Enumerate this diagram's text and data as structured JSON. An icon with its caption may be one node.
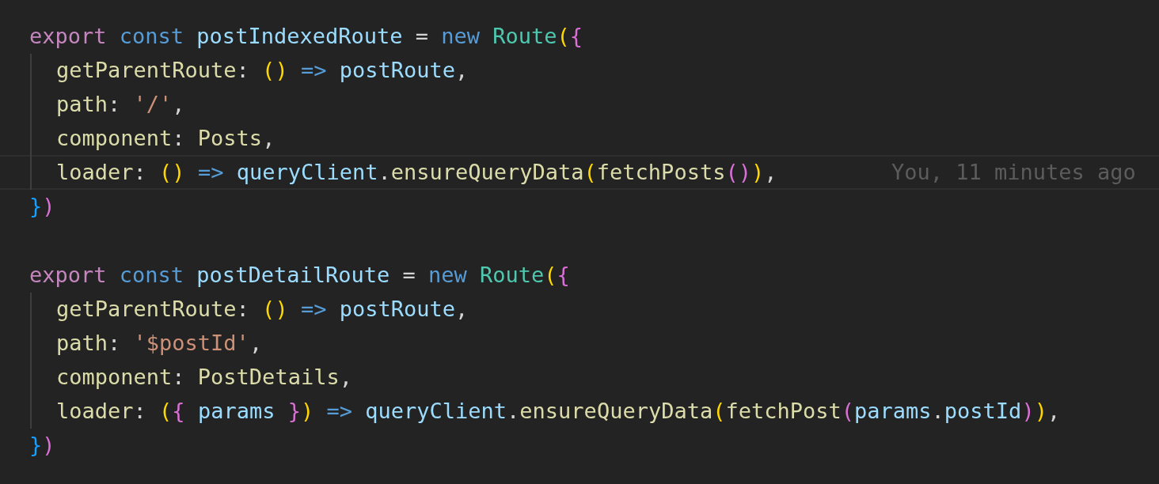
{
  "diagram": {
    "labels": [
      "export const postIndexedRoute = new Route({",
      "getParentRoute: () => postRoute,",
      "path: '/',",
      "component: Posts,",
      "loader: () => queryClient.ensureQueryData(fetchPosts()),",
      "You, 11 minutes ago",
      "})",
      "export const postDetailRoute = new Route({",
      "getParentRoute: () => postRoute,",
      "path: '$postId',",
      "component: PostDetails,",
      "loader: ({ params }) => queryClient.ensureQueryData(fetchPost(params.postId)),",
      "})"
    ]
  }
}
